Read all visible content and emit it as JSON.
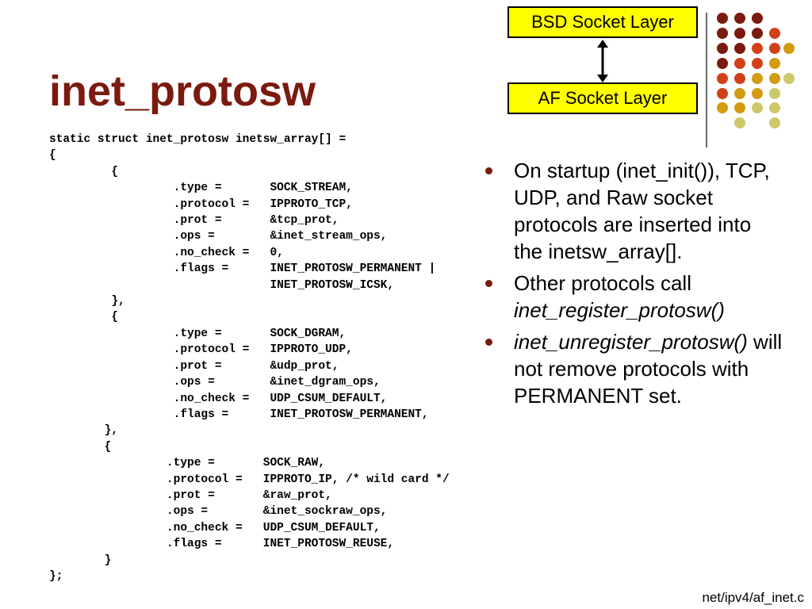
{
  "title": "inet_protosw",
  "code": [
    "static struct inet_protosw inetsw_array[] =",
    "{",
    "         {",
    "                  .type =       SOCK_STREAM,",
    "                  .protocol =   IPPROTO_TCP,",
    "                  .prot =       &tcp_prot,",
    "                  .ops =        &inet_stream_ops,",
    "                  .no_check =   0,",
    "                  .flags =      INET_PROTOSW_PERMANENT |",
    "                                INET_PROTOSW_ICSK,",
    "         },",
    "         {",
    "                  .type =       SOCK_DGRAM,",
    "                  .protocol =   IPPROTO_UDP,",
    "                  .prot =       &udp_prot,",
    "                  .ops =        &inet_dgram_ops,",
    "                  .no_check =   UDP_CSUM_DEFAULT,",
    "                  .flags =      INET_PROTOSW_PERMANENT,",
    "        },",
    "        {",
    "                 .type =       SOCK_RAW,",
    "                 .protocol =   IPPROTO_IP, /* wild card */",
    "                 .prot =       &raw_prot,",
    "                 .ops =        &inet_sockraw_ops,",
    "                 .no_check =   UDP_CSUM_DEFAULT,",
    "                 .flags =      INET_PROTOSW_REUSE,",
    "        }",
    "};"
  ],
  "diagram": {
    "top_box": "BSD Socket Layer",
    "bottom_box": "AF Socket Layer"
  },
  "bullets": [
    {
      "text": "On startup (inet_init()), TCP, UDP, and Raw socket protocols are inserted into the inetsw_array[]."
    },
    {
      "text_plain": "Other protocols call",
      "text_italic": "inet_register_protosw()"
    },
    {
      "text_italic": "inet_unregister_protosw()",
      "text_plain": "will not remove protocols with PERMANENT set."
    }
  ],
  "footer": "net/ipv4/af_inet.c",
  "colors": {
    "title": "#7b1a0f",
    "box_fill": "#ffff00",
    "dot_dark_red": "#7b1a0f",
    "dot_orange_red": "#d2401a",
    "dot_gold": "#d49a10",
    "dot_light_olive": "#cdc86a"
  }
}
